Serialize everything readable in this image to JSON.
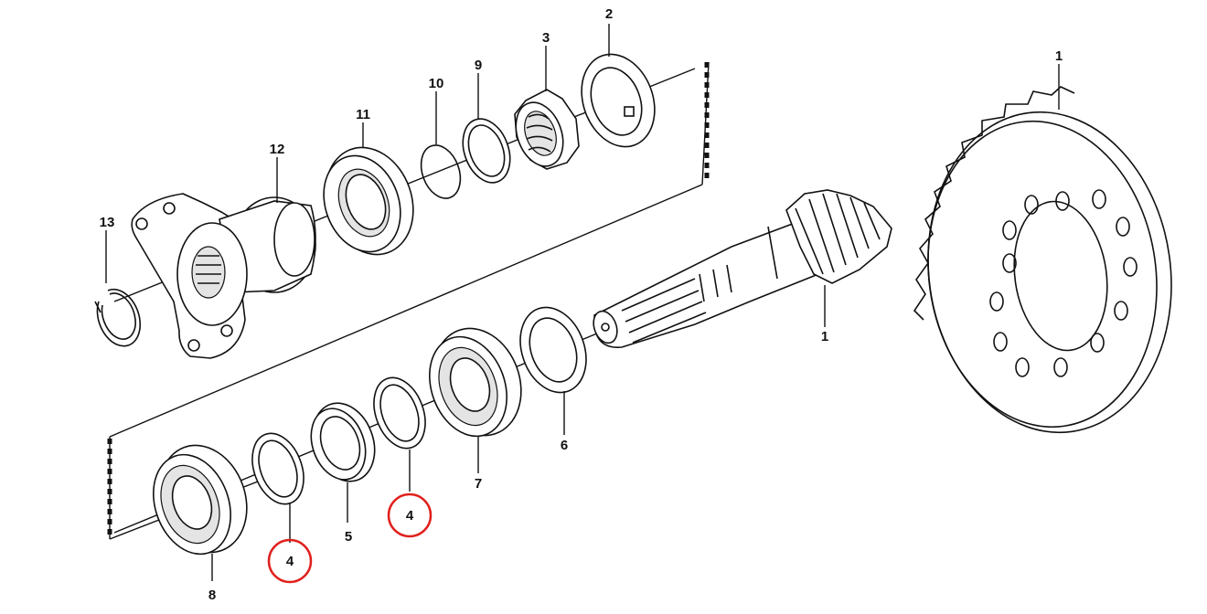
{
  "callouts": {
    "c1_gear": "1",
    "c1_pinion": "1",
    "c2": "2",
    "c3": "3",
    "c4_left": "4",
    "c4_right": "4",
    "c5": "5",
    "c6": "6",
    "c7": "7",
    "c8": "8",
    "c9": "9",
    "c10": "10",
    "c11": "11",
    "c12": "12",
    "c13": "13"
  },
  "highlight_color": "#e0201c",
  "line_color": "#111111"
}
